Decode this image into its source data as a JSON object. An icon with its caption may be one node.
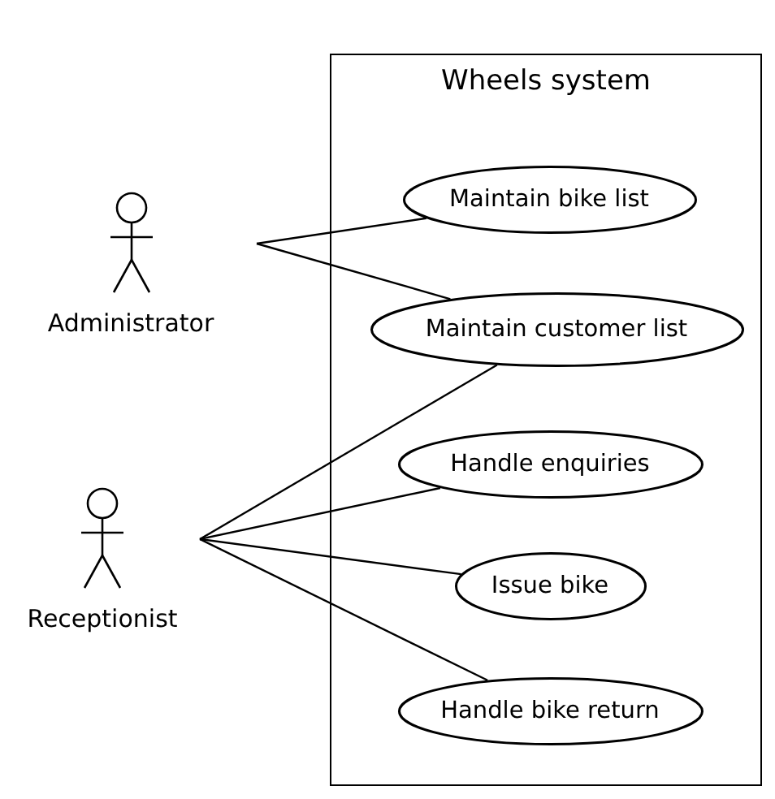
{
  "diagram": {
    "nodes": [
      {
        "text": [
          "Wheels system"
        ]
      },
      {
        "text": [
          "Maintain bike list"
        ],
        "in": 0
      },
      {
        "text": [
          "Maintain customer list"
        ],
        "in": 0
      },
      {
        "text": [
          "Handle enquiries"
        ],
        "in": 0
      },
      {
        "text": [
          "Issue bike"
        ],
        "in": 0
      },
      {
        "text": [
          "Handle bike return"
        ],
        "in": 0
      },
      {
        "text": [
          "Administrator"
        ]
      },
      {
        "text": [
          "Receptionist"
        ]
      }
    ],
    "edges": [
      {
        "from": 6,
        "to": 1,
        "arrow": "none"
      },
      {
        "from": 6,
        "to": 2,
        "arrow": "none"
      },
      {
        "from": 7,
        "to": 2,
        "arrow": "none"
      },
      {
        "from": 7,
        "to": 3,
        "arrow": "none"
      },
      {
        "from": 7,
        "to": 4,
        "arrow": "none"
      },
      {
        "from": 7,
        "to": 5,
        "arrow": "none"
      }
    ]
  }
}
